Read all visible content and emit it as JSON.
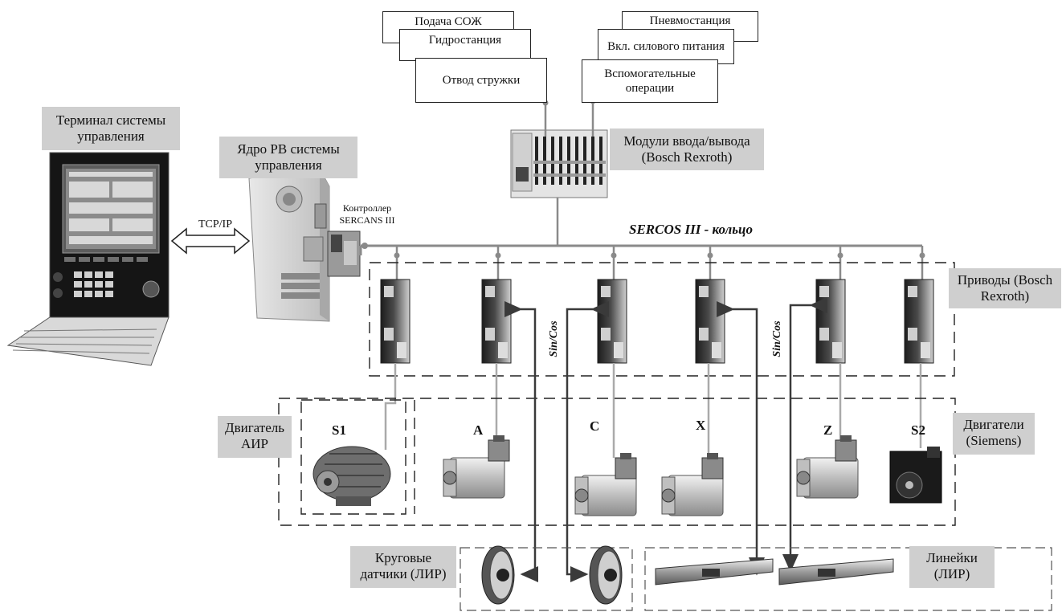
{
  "terminal_label": "Терминал системы управления",
  "core_label": "Ядро РВ системы управления",
  "controller_label": "Контроллер SERCANS III",
  "tcpip_label": "TCP/IP",
  "io_label": "Модули ввода/вывода (Bosch Rexroth)",
  "bus_label": "SERCOS III - кольцо",
  "left_stack": [
    "Подача СОЖ",
    "Гидростанция",
    "Отвод стружки"
  ],
  "right_stack": [
    "Пневмостанция",
    "Вкл. силового питания",
    "Вспомогательные операции"
  ],
  "drives_label": "Приводы (Bosch Rexroth)",
  "motors_label": "Двигатели (Siemens)",
  "air_motor_label": "Двигатель АИР",
  "motor_names": [
    "S1",
    "A",
    "C",
    "X",
    "Z",
    "S2"
  ],
  "sincos_label": "Sin/Cos",
  "encoders_label": "Круговые датчики (ЛИР)",
  "scales_label": "Линейки (ЛИР)",
  "colors": {
    "line": "#8a8a8a",
    "label_bg": "#cfcfcf",
    "dark": "#1a1a1a"
  }
}
